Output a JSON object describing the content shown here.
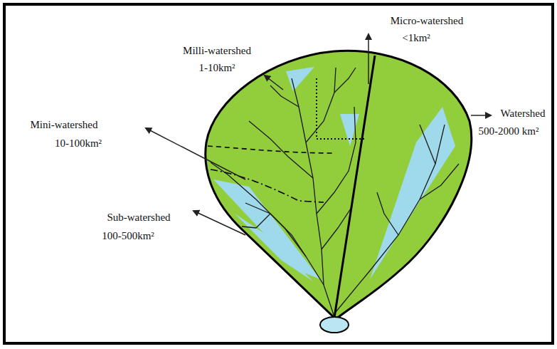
{
  "diagram": {
    "labels": [
      "Milli-watershed",
      "1-10km²",
      "Micro-watershed",
      "<1km²",
      "Watershed",
      "500-2000 km²",
      "Mini-watershed",
      "10-100km²",
      "Sub-watershed",
      "100-500km²"
    ]
  }
}
